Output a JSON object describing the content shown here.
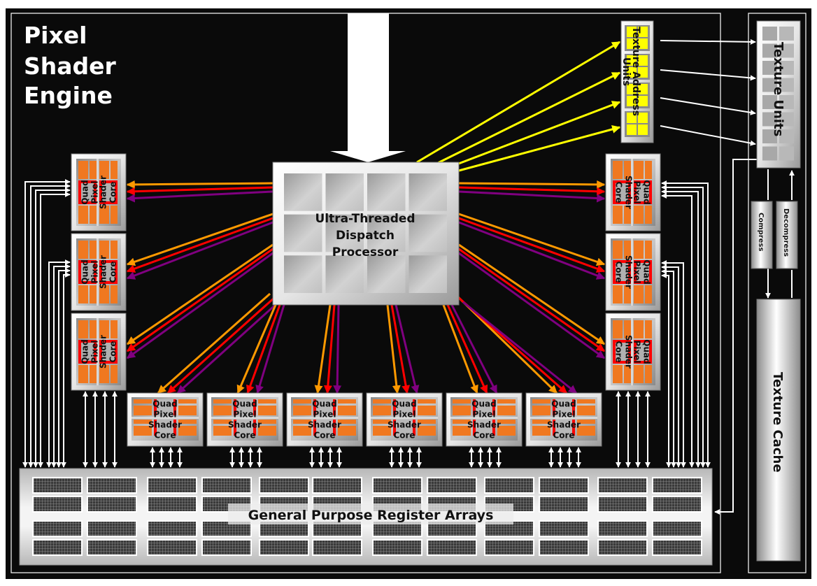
{
  "diagram": {
    "title_lines": [
      "Pixel",
      "Shader",
      "Engine"
    ],
    "dispatch": {
      "lines": [
        "Ultra-Threaded",
        "Dispatch",
        "Processor"
      ],
      "rows": 3,
      "cols": 4
    },
    "texture_address_units": {
      "label_lines": [
        "Texture Address",
        "Units"
      ],
      "blocks": 4
    },
    "texture_units": {
      "label": "Texture Units",
      "blocks": 4
    },
    "compress": {
      "label": "Compress"
    },
    "decompress": {
      "label": "Decompress"
    },
    "texture_cache": {
      "label": "Texture Cache"
    },
    "gpr": {
      "label": "General Purpose Register Arrays",
      "block_rows": 4,
      "block_cols": 12
    },
    "quad_core": {
      "label_lines": [
        "Quad",
        "Pixel",
        "Shader",
        "Core"
      ]
    },
    "left_cores": 3,
    "right_cores": 3,
    "bottom_cores": 6,
    "colors": {
      "background": "#0a0a0a",
      "frame": "#ffffff",
      "core_fill": "#f07820",
      "core_red": "#ff0000",
      "core_purple": "#800080",
      "arrow_orange": "#ff9900",
      "arrow_red": "#ff0000",
      "arrow_purple": "#800080",
      "arrow_yellow": "#ffff00",
      "tau_yellow": "#ffff00",
      "connector_white": "#ffffff"
    }
  }
}
